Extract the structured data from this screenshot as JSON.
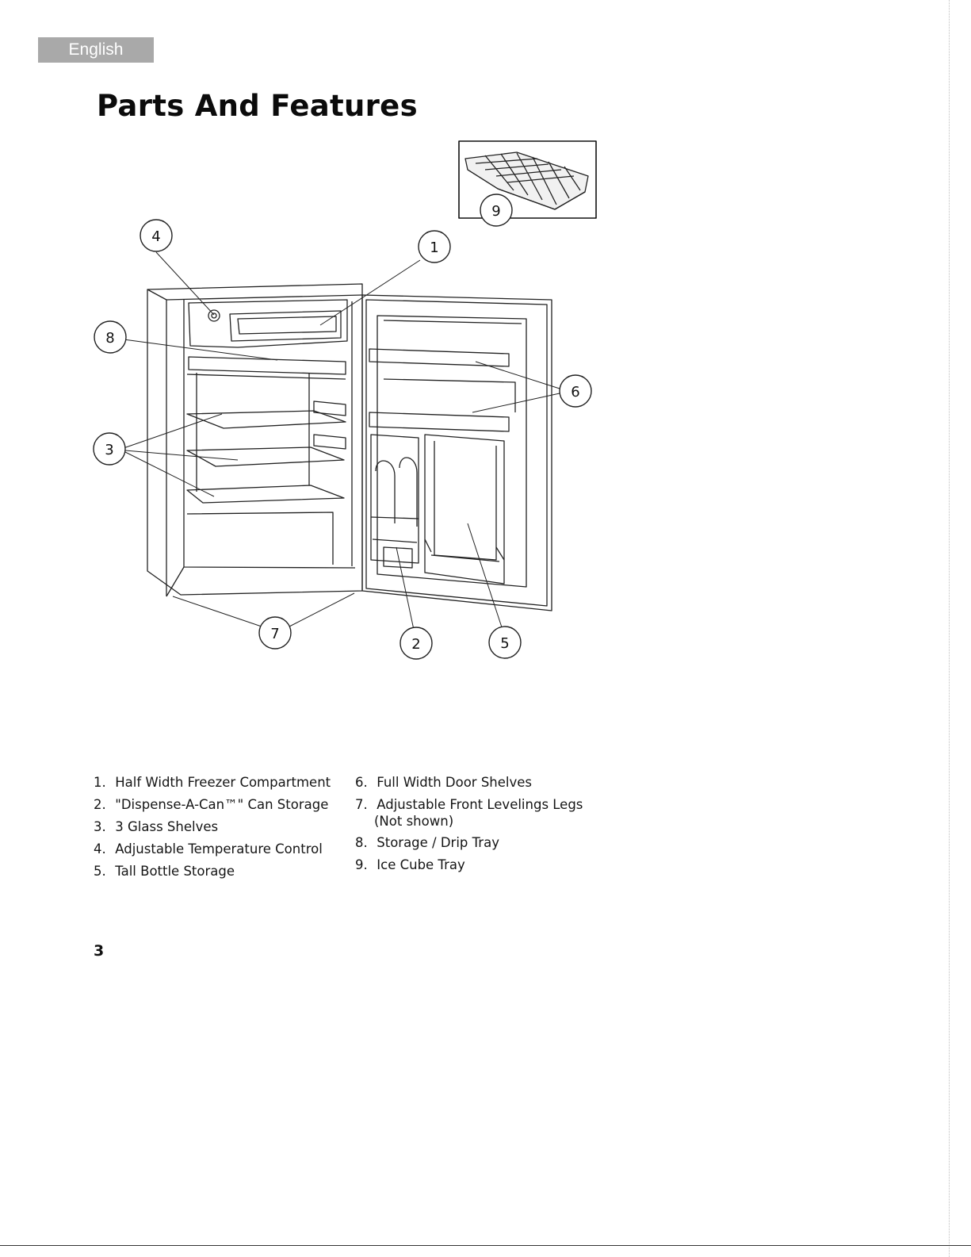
{
  "header": {
    "language_tab": "English",
    "title": "Parts And Features"
  },
  "callouts": [
    {
      "label": "1",
      "part": "Half Width Freezer Compartment"
    },
    {
      "label": "2",
      "part": "\"Dispense-A-Can™\" Can Storage"
    },
    {
      "label": "3",
      "part": "3 Glass Shelves"
    },
    {
      "label": "4",
      "part": "Adjustable Temperature Control"
    },
    {
      "label": "5",
      "part": "Tall Bottle Storage"
    },
    {
      "label": "6",
      "part": "Full Width Door Shelves"
    },
    {
      "label": "7",
      "part": "Adjustable Front Levelings Legs"
    },
    {
      "label": "8",
      "part": "Storage / Drip Tray"
    },
    {
      "label": "9",
      "part": "Ice Cube Tray"
    }
  ],
  "legend_left": [
    {
      "num": "1.",
      "text": "Half Width Freezer Compartment"
    },
    {
      "num": "2.",
      "text": "\"Dispense-A-Can™\" Can Storage"
    },
    {
      "num": "3.",
      "text": "3 Glass Shelves"
    },
    {
      "num": "4.",
      "text": "Adjustable Temperature Control"
    },
    {
      "num": "5.",
      "text": "Tall Bottle Storage"
    }
  ],
  "legend_right": [
    {
      "num": "6.",
      "text": "Full Width Door Shelves",
      "line2": ""
    },
    {
      "num": "7.",
      "text": "Adjustable Front Levelings Legs",
      "line2": "(Not shown)"
    },
    {
      "num": "8.",
      "text": "Storage / Drip Tray",
      "line2": ""
    },
    {
      "num": "9.",
      "text": "Ice Cube Tray",
      "line2": ""
    }
  ],
  "footer": {
    "page_number": "3"
  }
}
